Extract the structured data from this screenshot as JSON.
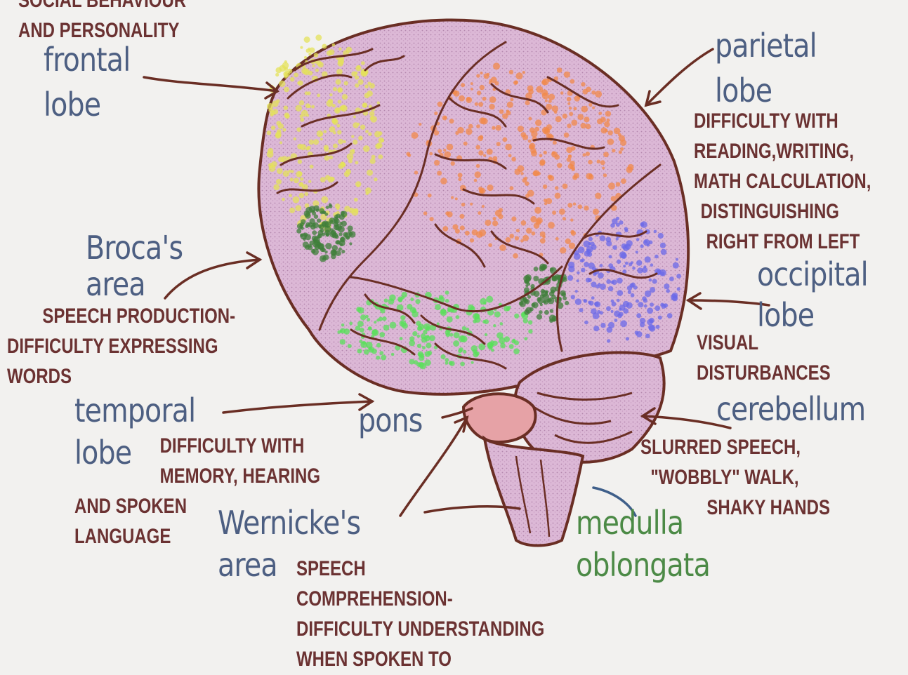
{
  "regions": {
    "frontal": {
      "line1": "frontal",
      "line2": "lobe",
      "note": [
        "SOCIAL BEHAVIOUR",
        "AND PERSONALITY"
      ]
    },
    "parietal": {
      "line1": "parietal",
      "line2": "lobe",
      "note": [
        "DIFFICULTY WITH",
        "READING,WRITING,",
        "MATH CALCULATION,",
        "DISTINGUISHING",
        "RIGHT FROM LEFT"
      ]
    },
    "broca": {
      "line1": "Broca's",
      "line2": "area",
      "note": [
        "SPEECH PRODUCTION-",
        "DIFFICULTY EXPRESSING",
        "WORDS"
      ]
    },
    "occipital": {
      "line1": "occipital",
      "line2": "lobe",
      "note": [
        "VISUAL",
        "DISTURBANCES"
      ]
    },
    "temporal": {
      "line1": "temporal",
      "line2": "lobe",
      "note": [
        "DIFFICULTY WITH",
        "MEMORY, HEARING",
        "AND SPOKEN",
        "LANGUAGE"
      ]
    },
    "pons": {
      "line1": "pons"
    },
    "cerebellum": {
      "line1": "cerebellum",
      "note": [
        "SLURRED SPEECH,",
        "\"WOBBLY\" WALK,",
        "SHAKY HANDS"
      ]
    },
    "wernicke": {
      "line1": "Wernicke's",
      "line2": "area",
      "note": [
        "SPEECH",
        "COMPREHENSION-",
        "DIFFICULTY UNDERSTANDING",
        "WHEN SPOKEN TO"
      ]
    },
    "medulla": {
      "line1": "medulla",
      "line2": "oblongata"
    }
  },
  "colors": {
    "background": "#f2f1ef",
    "brain_fill": "#dbb6d6",
    "outline": "#6a2e24",
    "label_blue": "#4d5f82",
    "label_green": "#4c8a46",
    "note_red": "#6b3232",
    "frontal_dots": "#e4e25a",
    "parietal_dots": "#f2894a",
    "occipital_dots": "#6b6ae8",
    "temporal_dots": "#58e05a",
    "broca_dots": "#3f7f3a",
    "medulla_dots": "#e04fd8"
  }
}
